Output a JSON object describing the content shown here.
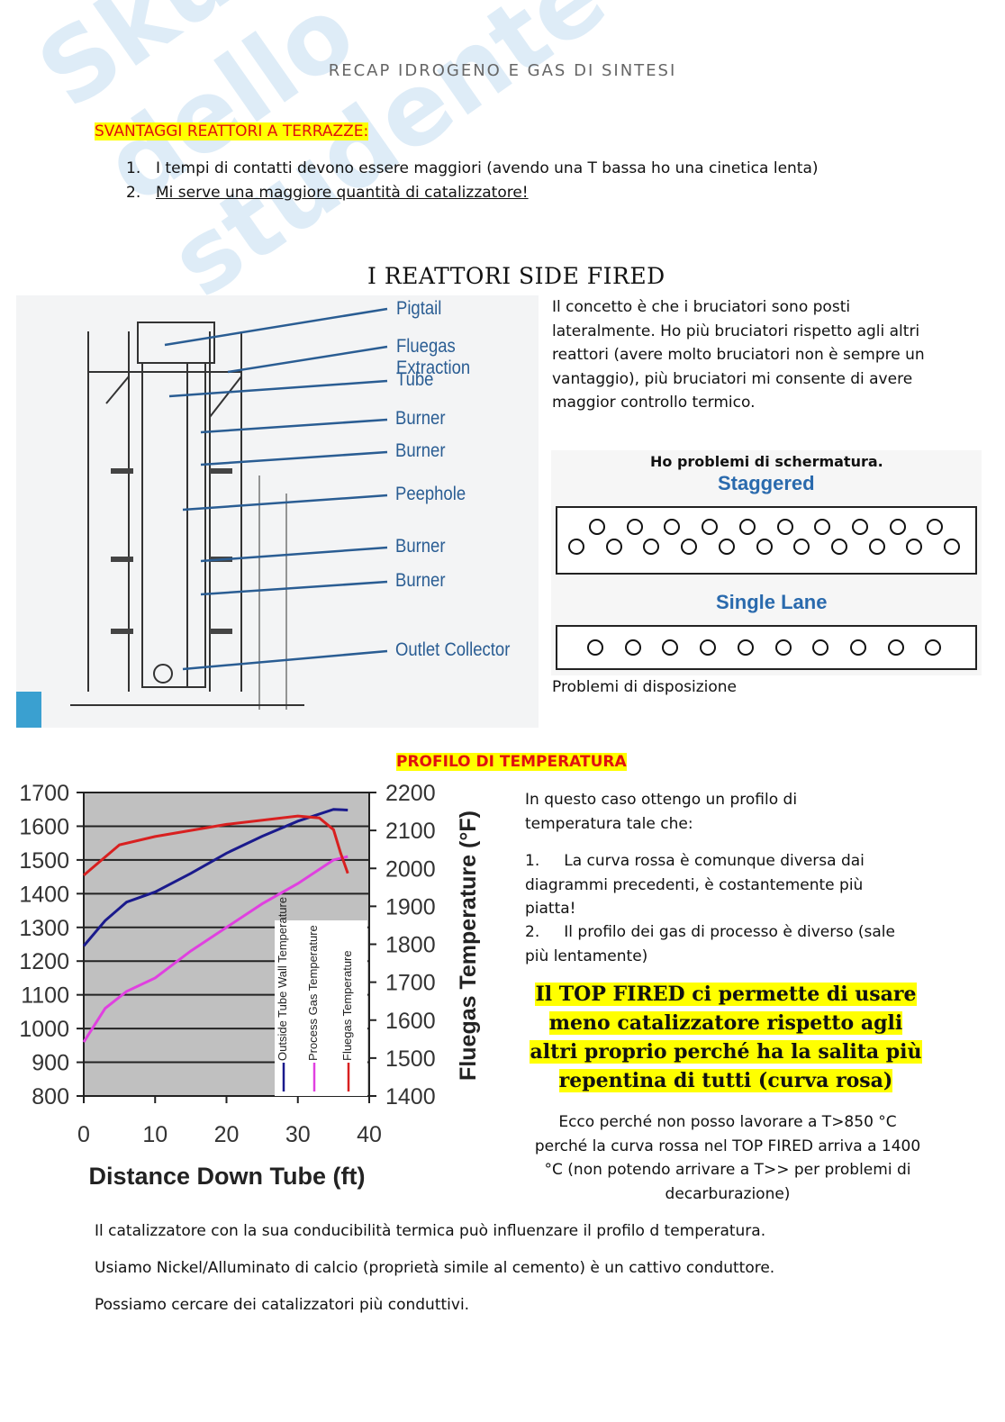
{
  "header": {
    "title": "RECAP IDROGENO E GAS DI SINTESI"
  },
  "watermark": "Skuola.net dello studente",
  "section1": {
    "heading": "SVANTAGGI REATTORI A TERRAZZE:",
    "items": [
      {
        "num": "1.",
        "text": "I tempi di contatti devono essere maggiori (avendo una T bassa ho una cinetica lenta)"
      },
      {
        "num": "2.",
        "text": "Mi serve una maggiore quantità di catalizzatore!"
      }
    ]
  },
  "section2": {
    "title": "I REATTORI SIDE FIRED",
    "diagram_labels": [
      "Pigtail",
      "Fluegas Extraction",
      "Tube",
      "Burner",
      "Burner",
      "Peephole",
      "Burner",
      "Burner",
      "Outlet Collector"
    ],
    "paragraph": "Il concetto è che i bruciatori sono posti lateralmente. Ho più bruciatori rispetto agli altri reattori (avere molto bruciatori non è sempre un vantaggio), più bruciatori mi consente di avere maggior controllo termico.",
    "shielding": "Ho problemi di schermatura.",
    "staggered_title": "Staggered",
    "single_lane_title": "Single Lane",
    "layout_caption": "Problemi di disposizione"
  },
  "section3": {
    "heading": "PROFILO DI TEMPERATURA",
    "intro": "In questo caso ottengo un profilo di temperatura tale che:",
    "points": [
      {
        "num": "1.",
        "text": "La curva rossa è comunque diversa dai diagrammi precedenti, è costantemente più piatta!"
      },
      {
        "num": "2.",
        "text": "Il profilo dei gas di processo è diverso (sale più lentamente)"
      }
    ],
    "highlight": "Il TOP FIRED ci permette di usare meno catalizzatore rispetto agli altri proprio perché ha la salita più repentina di tutti (curva rosa)",
    "note": "Ecco perché non posso lavorare a T>850 °C perché la curva rossa nel TOP FIRED arriva a 1400 °C (non potendo arrivare a T>> per problemi di decarburazione)"
  },
  "footer_lines": [
    "Il catalizzatore con la sua conducibilità termica può influenzare il profilo d temperatura.",
    "Usiamo Nickel/Alluminato di calcio (proprietà simile al cemento) è un cattivo conduttore.",
    "Possiamo cercare dei catalizzatori più conduttivi."
  ],
  "chart_data": {
    "type": "line",
    "title": "",
    "xlabel": "Distance Down Tube (ft)",
    "ylabel": "",
    "y2label": "Fluegas Temperature (°F)",
    "xlim": [
      0,
      40
    ],
    "ylim": [
      800,
      1700
    ],
    "y2lim": [
      1400,
      2200
    ],
    "xticks": [
      "0",
      "10",
      "20",
      "30",
      "40"
    ],
    "yticks": [
      "1700",
      "1600",
      "1500",
      "1400",
      "1300",
      "1200",
      "1100",
      "1000",
      "900",
      "800"
    ],
    "y2ticks": [
      "2200",
      "2100",
      "2000",
      "1900",
      "1800",
      "1700",
      "1600",
      "1500",
      "1400"
    ],
    "grid": true,
    "legend_position": "bottom-right",
    "series": [
      {
        "name": "Outside Tube Wall Temperature",
        "axis": "left",
        "color": "#1a1a8c",
        "x": [
          0,
          3,
          6,
          10,
          15,
          20,
          25,
          30,
          35,
          37
        ],
        "y": [
          1245,
          1320,
          1375,
          1405,
          1460,
          1520,
          1570,
          1615,
          1650,
          1648
        ]
      },
      {
        "name": "Process Gas Temperature",
        "axis": "left",
        "color": "#e040e0",
        "x": [
          0,
          3,
          6,
          10,
          15,
          20,
          25,
          30,
          35,
          37
        ],
        "y": [
          960,
          1060,
          1110,
          1150,
          1230,
          1300,
          1370,
          1430,
          1500,
          1510
        ]
      },
      {
        "name": "Fluegas Temperature",
        "axis": "right",
        "color": "#d82020",
        "x": [
          0,
          5,
          10,
          20,
          30,
          33,
          35,
          36,
          37
        ],
        "y": [
          1982,
          2062,
          2084,
          2116,
          2138,
          2133,
          2102,
          2040,
          1987
        ]
      }
    ]
  }
}
